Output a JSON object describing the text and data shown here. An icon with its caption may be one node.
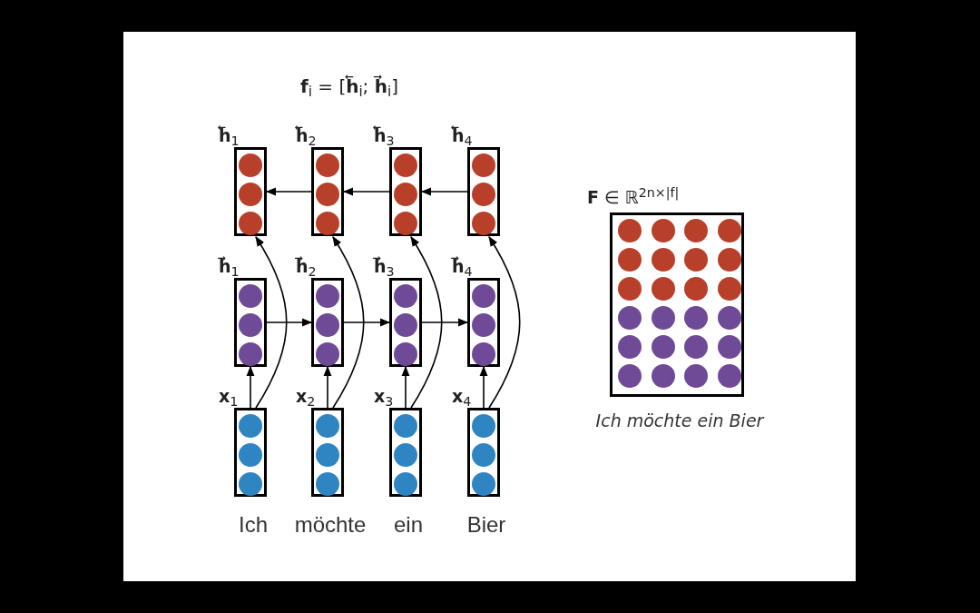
{
  "diagram": {
    "title": "**f**$_{i}$ = [**h⃖**$_{i}$; **h⃗**$_{i}$]",
    "nodes": [
      {
        "text": [
          "**h⃖**$_{1}$"
        ]
      },
      {
        "text": [
          "**h⃖**$_{2}$"
        ]
      },
      {
        "text": [
          "**h⃖**$_{3}$"
        ]
      },
      {
        "text": [
          "**h⃖**$_{4}$"
        ]
      },
      {
        "text": [
          "**h⃗**$_{1}$"
        ]
      },
      {
        "text": [
          "**h⃗**$_{2}$"
        ]
      },
      {
        "text": [
          "**h⃗**$_{3}$"
        ]
      },
      {
        "text": [
          "**h⃗**$_{4}$"
        ]
      },
      {
        "text": [
          "**x**$_{1}$"
        ],
        "beside": [
          "Ich"
        ]
      },
      {
        "text": [
          "**x**$_{2}$"
        ],
        "beside": [
          "möchte"
        ]
      },
      {
        "text": [
          "**x**$_{3}$"
        ],
        "beside": [
          "ein"
        ]
      },
      {
        "text": [
          "**x**$_{4}$"
        ],
        "beside": [
          "Bier"
        ]
      },
      {
        "text": [
          "**F** ∈ ℝ$^{2n×|f|}$"
        ],
        "beside": [
          "Ich möchte ein Bier"
        ]
      }
    ],
    "edges": [
      {
        "from": 3,
        "to": 2,
        "arrow": "to"
      },
      {
        "from": 2,
        "to": 1,
        "arrow": "to"
      },
      {
        "from": 1,
        "to": 0,
        "arrow": "to"
      },
      {
        "from": 4,
        "to": 5,
        "arrow": "to"
      },
      {
        "from": 5,
        "to": 6,
        "arrow": "to"
      },
      {
        "from": 6,
        "to": 7,
        "arrow": "to"
      },
      {
        "from": 8,
        "to": 4,
        "arrow": "to"
      },
      {
        "from": 9,
        "to": 5,
        "arrow": "to"
      },
      {
        "from": 10,
        "to": 6,
        "arrow": "to"
      },
      {
        "from": 11,
        "to": 7,
        "arrow": "to"
      },
      {
        "from": 8,
        "to": 0,
        "arrow": "to"
      },
      {
        "from": 9,
        "to": 1,
        "arrow": "to"
      },
      {
        "from": 10,
        "to": 2,
        "arrow": "to"
      },
      {
        "from": 11,
        "to": 3,
        "arrow": "to"
      }
    ]
  }
}
